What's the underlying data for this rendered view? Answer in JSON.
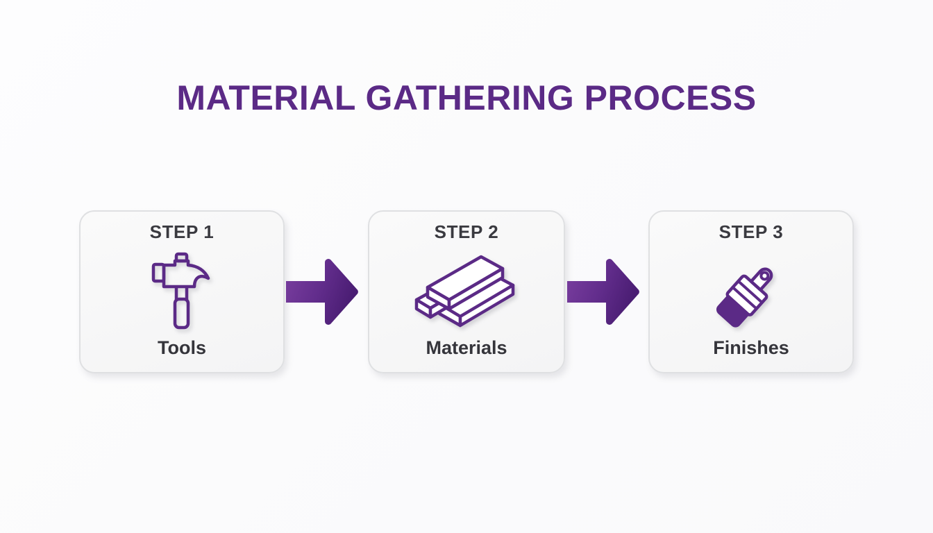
{
  "page": {
    "title": "MATERIAL GATHERING PROCESS",
    "background_color": "#fcfcfd",
    "accent_color": "#5b2a86",
    "text_color": "#35353b"
  },
  "process": {
    "steps": [
      {
        "step_label": "STEP 1",
        "name": "Tools",
        "icon": "hammer-icon",
        "icon_color": "#5b2a86"
      },
      {
        "step_label": "STEP 2",
        "name": "Materials",
        "icon": "lumber-stack-icon",
        "icon_color": "#5b2a86"
      },
      {
        "step_label": "STEP 3",
        "name": "Finishes",
        "icon": "paintbrush-icon",
        "icon_color": "#5b2a86"
      }
    ],
    "connectors": [
      {
        "icon": "arrow-right-icon",
        "gradient_from": "#7b3fa0",
        "gradient_to": "#4a1d73"
      },
      {
        "icon": "arrow-right-icon",
        "gradient_from": "#7b3fa0",
        "gradient_to": "#4a1d73"
      }
    ]
  }
}
